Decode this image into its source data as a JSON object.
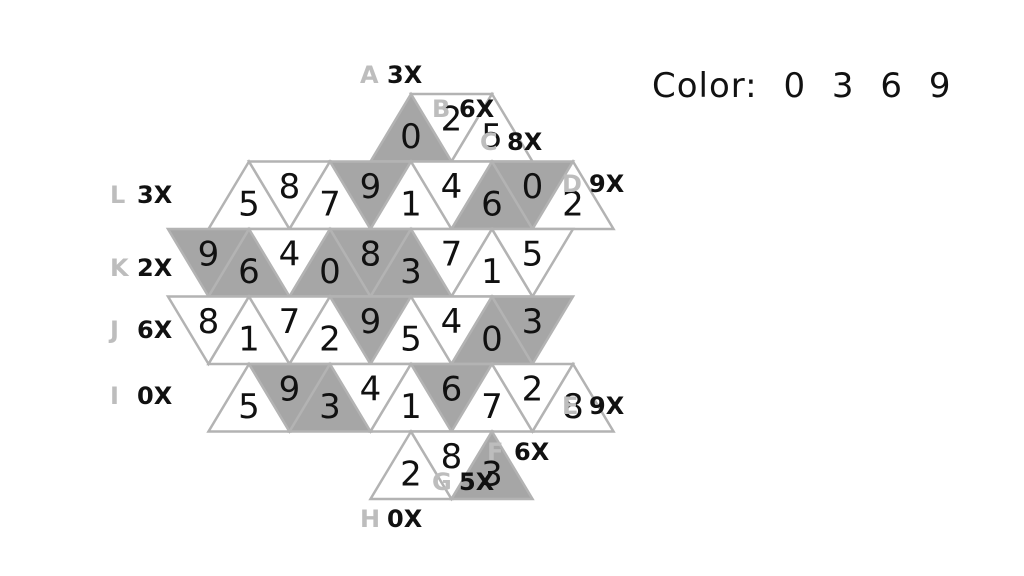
{
  "header": {
    "color_label": "Color:",
    "color_digits": [
      "0",
      "3",
      "6",
      "9"
    ]
  },
  "palette": {
    "shaded": "#a6a6a6",
    "unshaded": "#ffffff",
    "grid_line": "#b3b3b3",
    "clue_letter": "#bdbdbd"
  },
  "clues": [
    {
      "letter": "A",
      "value": "3X"
    },
    {
      "letter": "B",
      "value": "6X"
    },
    {
      "letter": "C",
      "value": "8X"
    },
    {
      "letter": "D",
      "value": "9X"
    },
    {
      "letter": "E",
      "value": "9X"
    },
    {
      "letter": "F",
      "value": "6X"
    },
    {
      "letter": "G",
      "value": "5X"
    },
    {
      "letter": "H",
      "value": "0X"
    },
    {
      "letter": "I",
      "value": "0X"
    },
    {
      "letter": "J",
      "value": "6X"
    },
    {
      "letter": "K",
      "value": "2X"
    },
    {
      "letter": "L",
      "value": "3X"
    }
  ],
  "rows": [
    {
      "cells": [
        {
          "d": "0",
          "shaded": true
        },
        {
          "d": "2",
          "shaded": false
        },
        {
          "d": "5",
          "shaded": false
        }
      ]
    },
    {
      "cells": [
        {
          "d": "5",
          "shaded": false
        },
        {
          "d": "8",
          "shaded": false
        },
        {
          "d": "7",
          "shaded": false
        },
        {
          "d": "9",
          "shaded": true
        },
        {
          "d": "1",
          "shaded": false
        },
        {
          "d": "4",
          "shaded": false
        },
        {
          "d": "6",
          "shaded": true
        },
        {
          "d": "0",
          "shaded": true
        },
        {
          "d": "2",
          "shaded": false
        }
      ]
    },
    {
      "cells": [
        {
          "d": "9",
          "shaded": true
        },
        {
          "d": "6",
          "shaded": true
        },
        {
          "d": "4",
          "shaded": false
        },
        {
          "d": "0",
          "shaded": true
        },
        {
          "d": "8",
          "shaded": true
        },
        {
          "d": "3",
          "shaded": true
        },
        {
          "d": "7",
          "shaded": false
        },
        {
          "d": "1",
          "shaded": false
        },
        {
          "d": "5",
          "shaded": false
        }
      ]
    },
    {
      "cells": [
        {
          "d": "8",
          "shaded": false
        },
        {
          "d": "1",
          "shaded": false
        },
        {
          "d": "7",
          "shaded": false
        },
        {
          "d": "2",
          "shaded": false
        },
        {
          "d": "9",
          "shaded": true
        },
        {
          "d": "5",
          "shaded": false
        },
        {
          "d": "4",
          "shaded": false
        },
        {
          "d": "0",
          "shaded": true
        },
        {
          "d": "3",
          "shaded": true
        }
      ]
    },
    {
      "cells": [
        {
          "d": "5",
          "shaded": false
        },
        {
          "d": "9",
          "shaded": true
        },
        {
          "d": "3",
          "shaded": true
        },
        {
          "d": "4",
          "shaded": false
        },
        {
          "d": "1",
          "shaded": false
        },
        {
          "d": "6",
          "shaded": true
        },
        {
          "d": "7",
          "shaded": false
        },
        {
          "d": "2",
          "shaded": false
        },
        {
          "d": "8",
          "shaded": false
        }
      ]
    },
    {
      "cells": [
        {
          "d": "2",
          "shaded": false
        },
        {
          "d": "8",
          "shaded": false
        },
        {
          "d": "3",
          "shaded": true
        }
      ]
    }
  ]
}
